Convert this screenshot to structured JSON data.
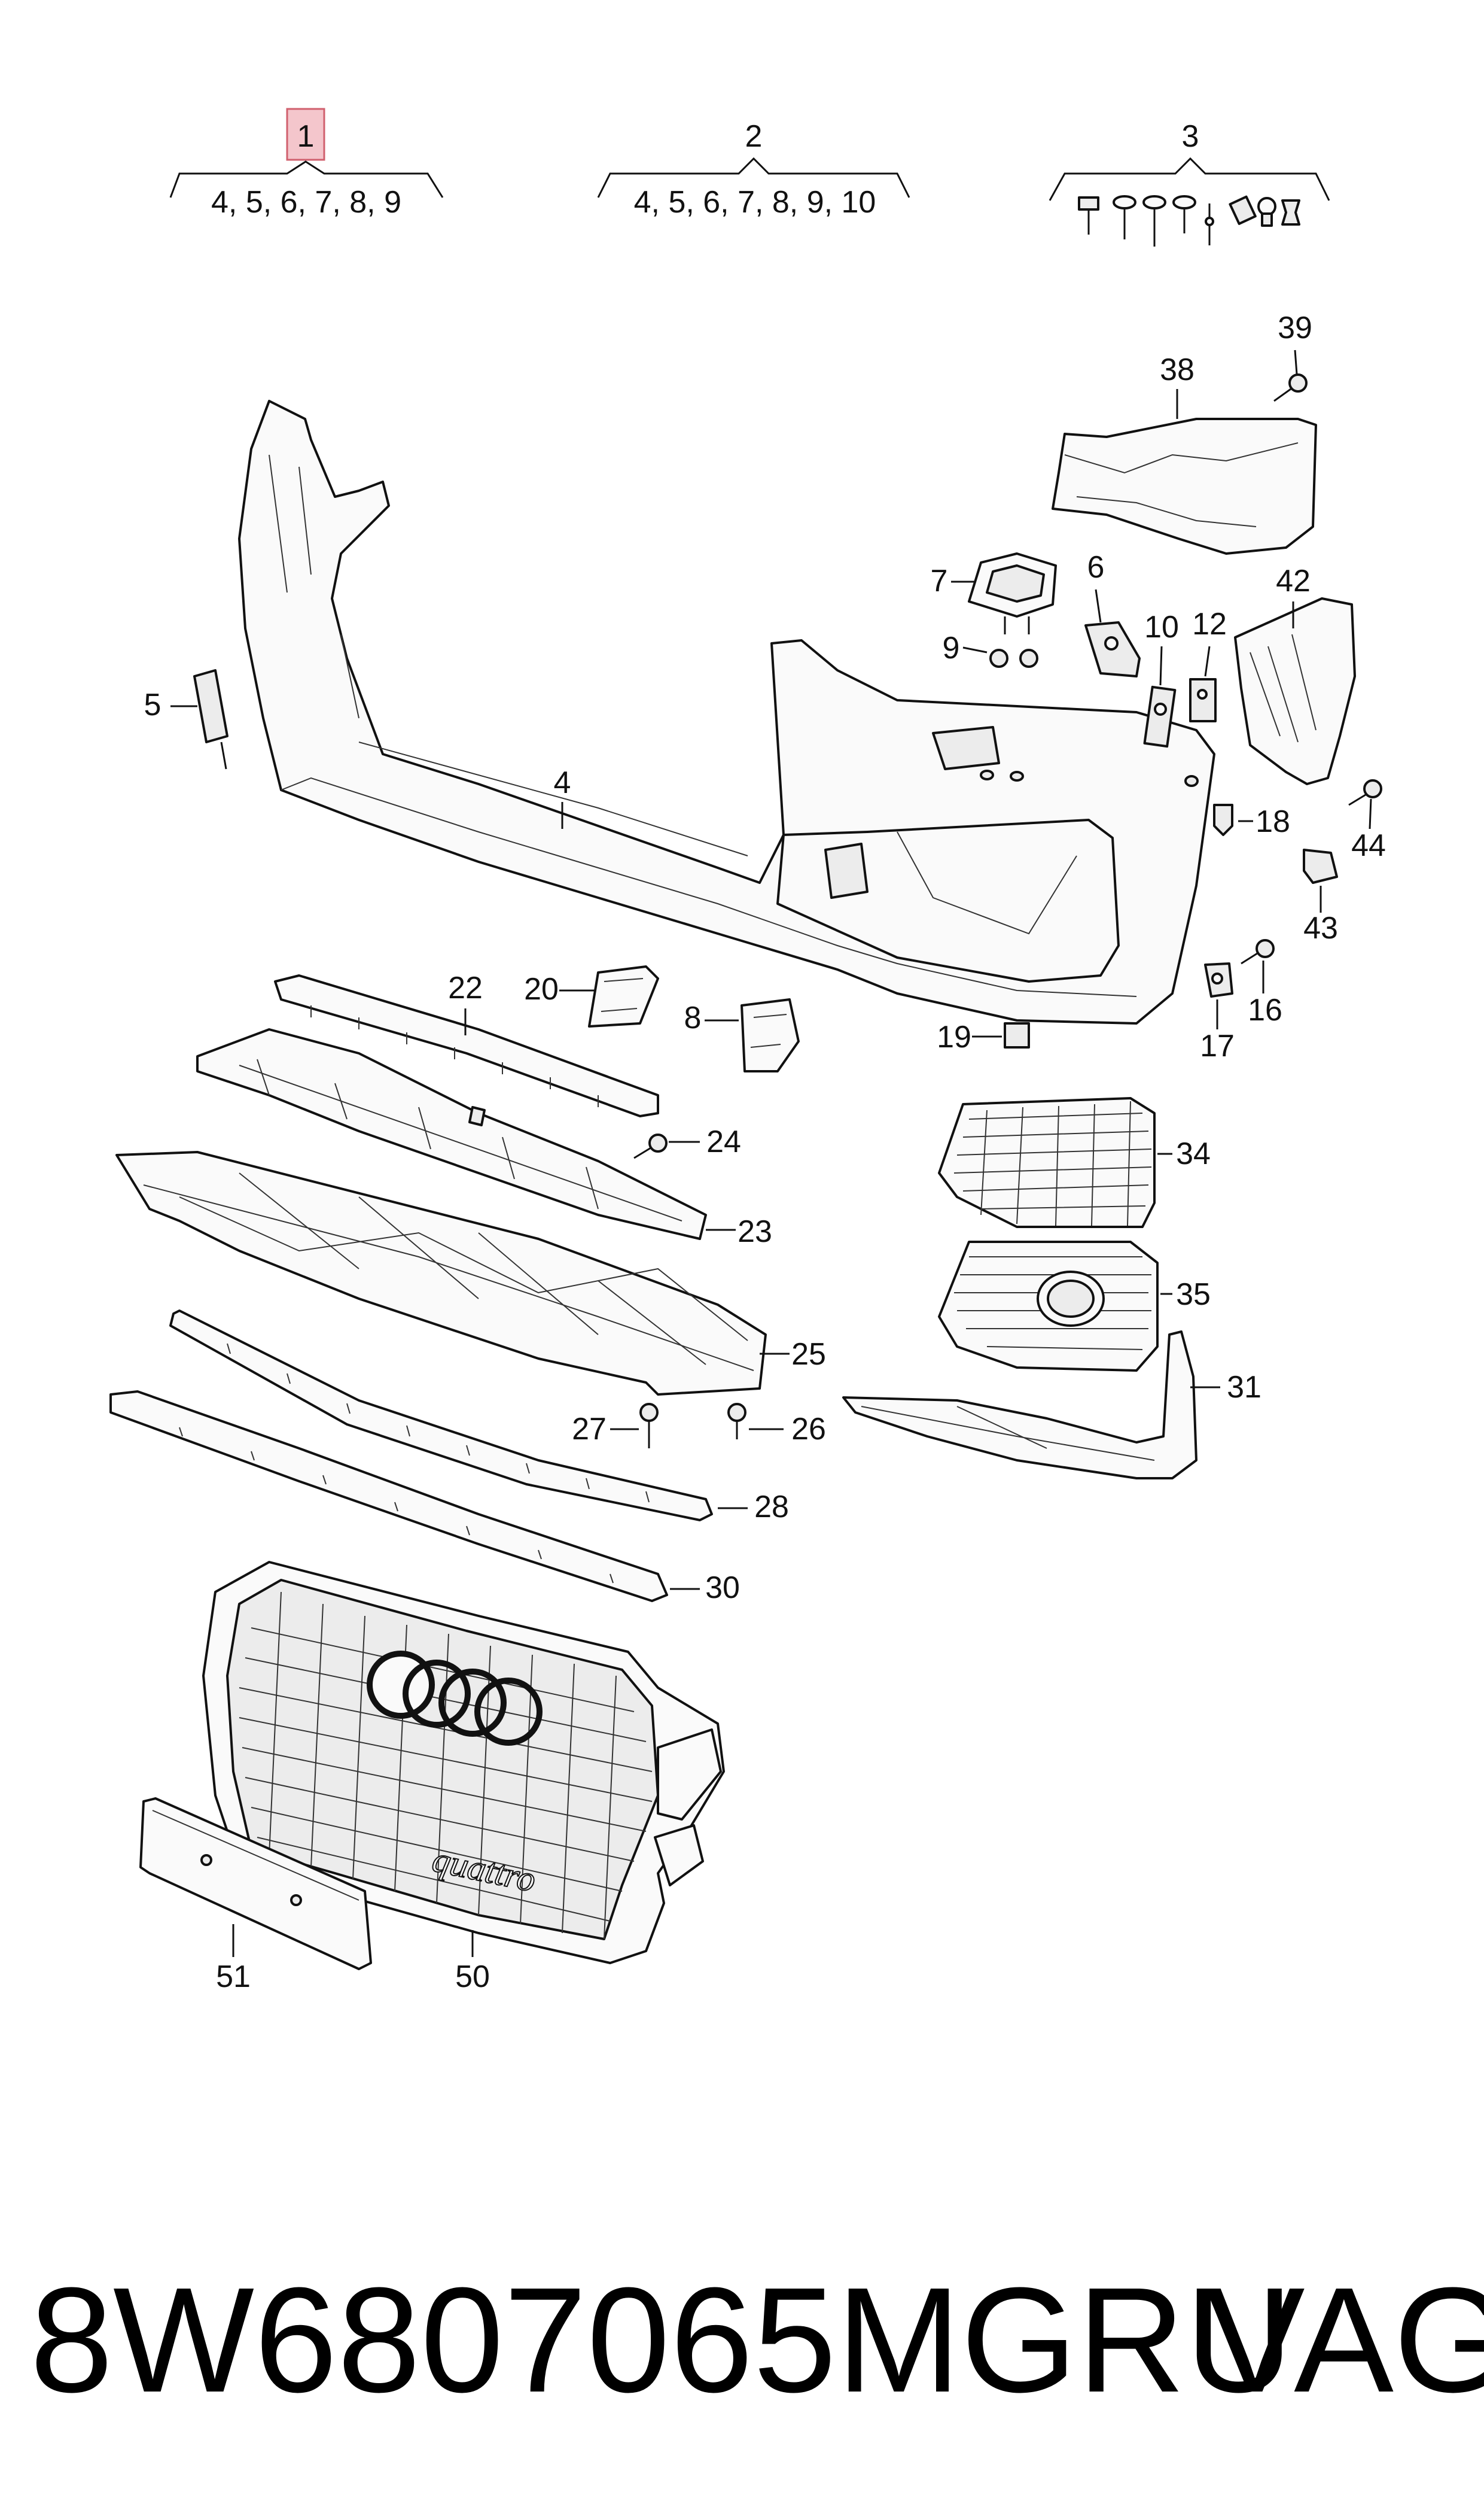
{
  "groups": [
    {
      "number": "1",
      "items": "4, 5, 6, 7, 8, 9",
      "highlight_color": "#f4c6cc"
    },
    {
      "number": "2",
      "items": "4, 5, 6, 7, 8, 9, 10"
    },
    {
      "number": "3",
      "items": ""
    }
  ],
  "labels": {
    "p4": "4",
    "p5": "5",
    "p6": "6",
    "p7": "7",
    "p8": "8",
    "p9": "9",
    "p10": "10",
    "p12": "12",
    "p16": "16",
    "p17": "17",
    "p18": "18",
    "p19": "19",
    "p20": "20",
    "p22": "22",
    "p23": "23",
    "p24": "24",
    "p25": "25",
    "p26": "26",
    "p27": "27",
    "p28": "28",
    "p30": "30",
    "p31": "31",
    "p34": "34",
    "p35": "35",
    "p38": "38",
    "p39": "39",
    "p42": "42",
    "p43": "43",
    "p44": "44",
    "p50": "50",
    "p51": "51"
  },
  "grille": {
    "badge": "quattro"
  },
  "footer": {
    "part_number": "8W6807065MGRU",
    "brand": "VAG"
  }
}
